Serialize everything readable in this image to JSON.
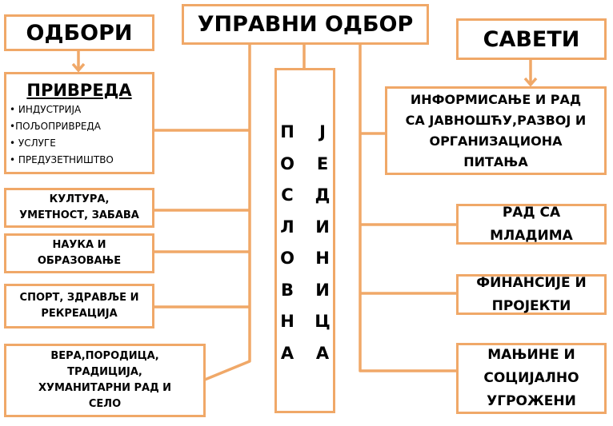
{
  "colors": {
    "line": "#f0a868"
  },
  "board": "УПРАВНИ ОДБОР",
  "committees": {
    "title": "ОДБОРИ",
    "economy": {
      "title": "ПРИВРЕДА",
      "items": [
        "• ИНДУСТРИЈА",
        "•ПОЉОПРИВРЕДА",
        "• УСЛУГЕ",
        "• ПРЕДУЗЕТНИШТВО"
      ]
    },
    "culture": [
      "КУЛТУРА,",
      "УМЕТНОСТ, ЗАБАВА"
    ],
    "science": [
      "НАУКА И",
      "ОБРАЗОВАЊЕ"
    ],
    "sport": [
      "СПОРТ,  ЗДРАВЉЕ И",
      "РЕКРЕАЦИЈА"
    ],
    "faith": [
      "ВЕРА,ПОРОДИЦА,",
      "ТРАДИЦИЈА,",
      "ХУМАНИТАРНИ РАД И",
      "СЕЛО"
    ]
  },
  "unit": {
    "left": [
      "П",
      "О",
      "С",
      "Л",
      "О",
      "В",
      "Н",
      "А"
    ],
    "right": [
      "Ј",
      "Е",
      "Д",
      "И",
      "Н",
      "И",
      "Ц",
      "А"
    ]
  },
  "councils": {
    "title": "САВЕТИ",
    "info": [
      "ИНФОРМИСАЊЕ И РАД",
      "СА ЈАВНОШЋУ,РАЗВОЈ И",
      "ОРГАНИЗАЦИОНА",
      "ПИТАЊА"
    ],
    "youth": [
      "РАД СА",
      "МЛАДИМА"
    ],
    "finance": [
      "ФИНАНСИЈЕ И",
      "ПРОЈЕКТИ"
    ],
    "minorities": [
      "МАЊИНЕ И",
      "СОЦИЈАЛНО",
      "УГРОЖЕНИ"
    ]
  }
}
